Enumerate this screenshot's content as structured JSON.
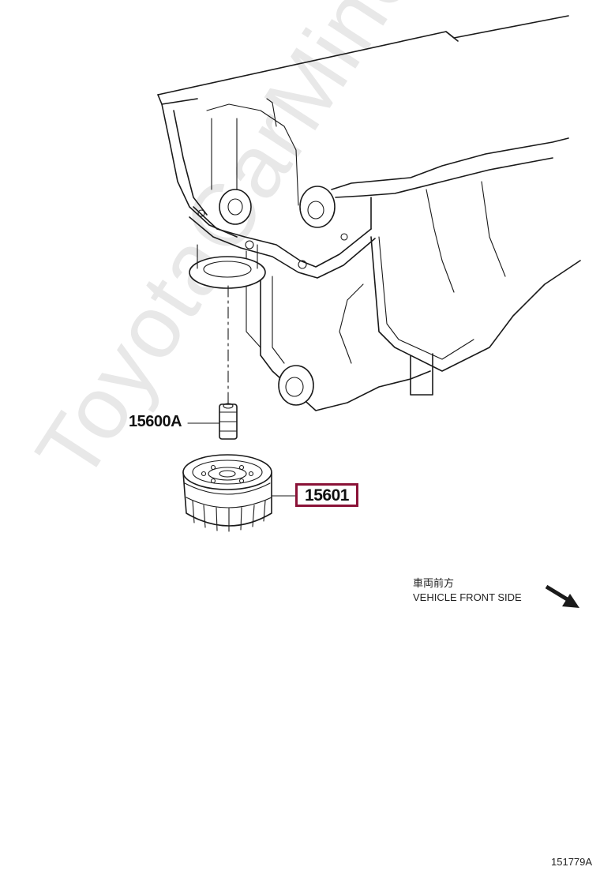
{
  "labels": {
    "part_15600a": "15600A",
    "part_15601": "15601"
  },
  "direction": {
    "japanese": "車両前方",
    "english": "VEHICLE FRONT SIDE"
  },
  "figure_code": "151779A",
  "watermark": "ToyotaCarMine.ru",
  "colors": {
    "highlight_border": "#8a1237",
    "line": "#1a1a1a",
    "watermark": "#e8e8e8"
  },
  "icons": {
    "direction_arrow": "arrow-down-right-icon"
  }
}
